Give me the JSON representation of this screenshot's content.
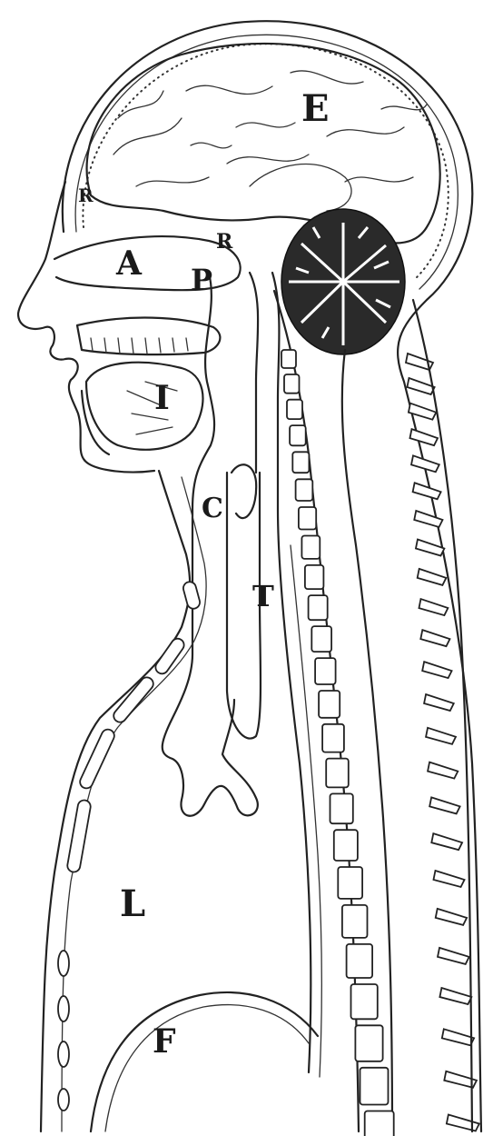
{
  "labels": {
    "E": "E",
    "R_nose": "R",
    "A": "A",
    "P": "P",
    "R_throat": "R",
    "I": "I",
    "C": "C",
    "T": "T",
    "L": "L",
    "F": "F"
  }
}
